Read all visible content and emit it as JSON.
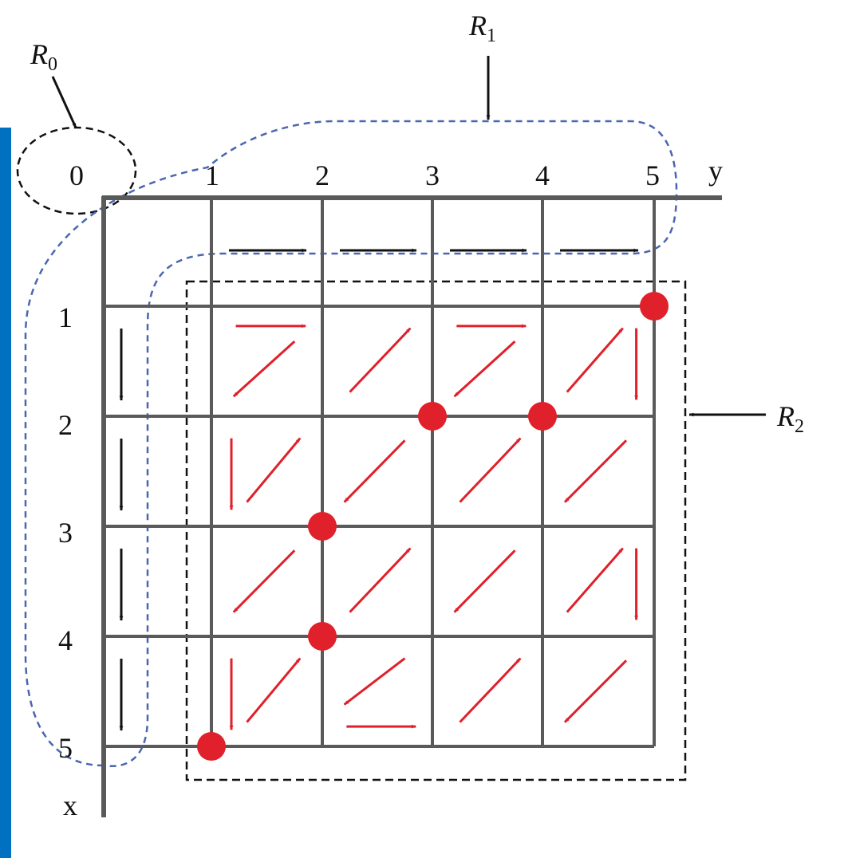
{
  "labels": {
    "region0": "R",
    "region0_sub": "0",
    "region1": "R",
    "region1_sub": "1",
    "region2": "R",
    "region2_sub": "2",
    "origin": "0",
    "axis_x": "x",
    "axis_y": "y",
    "y_ticks": [
      "1",
      "2",
      "3",
      "4",
      "5"
    ],
    "x_ticks": [
      "1",
      "2",
      "3",
      "4",
      "5"
    ]
  },
  "colors": {
    "accent_bar": "#0070c0",
    "grid": "#5a5a5a",
    "black_arrow": "#111111",
    "red": "#e0202a",
    "blue_dash": "#4a66b0",
    "black_dash": "#111111"
  },
  "arrows": {
    "row0": [
      "right",
      "right",
      "right",
      "right"
    ],
    "col0": [
      "down",
      "down",
      "down",
      "down"
    ],
    "cells": [
      [
        [
          "right",
          "down-left"
        ],
        [
          "up-right"
        ],
        [
          "right",
          "down-left"
        ],
        [
          "up-right",
          "down"
        ]
      ],
      [
        [
          "down",
          "up-right"
        ],
        [
          "down-left"
        ],
        [
          "up-right"
        ],
        [
          "down-left"
        ]
      ],
      [
        [
          "down-left"
        ],
        [
          "up-right"
        ],
        [
          "down-left"
        ],
        [
          "up-right",
          "down"
        ]
      ],
      [
        [
          "down",
          "up-right"
        ],
        [
          "down-left",
          "right"
        ],
        [
          "up-right"
        ],
        [
          "down-left"
        ]
      ]
    ]
  },
  "path_points": [
    [
      1,
      5
    ],
    [
      2,
      3
    ],
    [
      2,
      4
    ],
    [
      3,
      2
    ],
    [
      4,
      2
    ],
    [
      5,
      1
    ]
  ]
}
